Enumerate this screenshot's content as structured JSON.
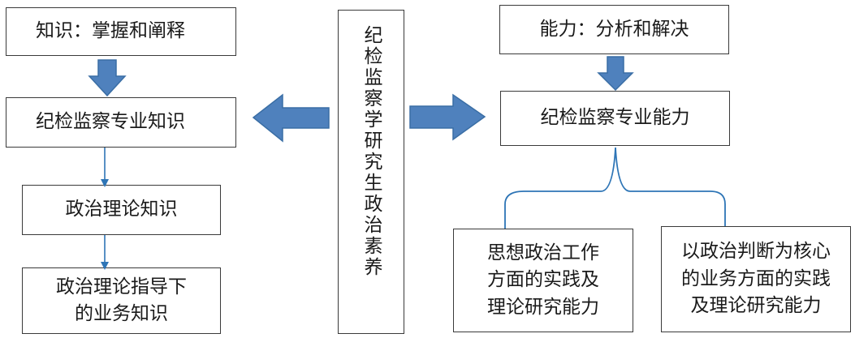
{
  "boxes": {
    "knowledge_header": "知识：掌握和阐释",
    "ability_header": "能力：分析和解决",
    "discipline_knowledge": "纪检监察专业知识",
    "political_theory": "政治理论知识",
    "business_knowledge": "政治理论指导下\n的业务知识",
    "discipline_ability": "纪检监察专业能力",
    "ideological_work": "思想政治工作\n方面的实践及\n理论研究能力",
    "political_judgment": "以政治判断为核心\n的业务方面的实践\n及理论研究能力"
  },
  "center": {
    "label": "纪检监察学研究生政治素养"
  },
  "colors": {
    "arrow_fill": "#4f81bd",
    "arrow_stroke": "#3a6ea5",
    "line": "#2e75b6",
    "box_border": "#3a3a3a"
  }
}
